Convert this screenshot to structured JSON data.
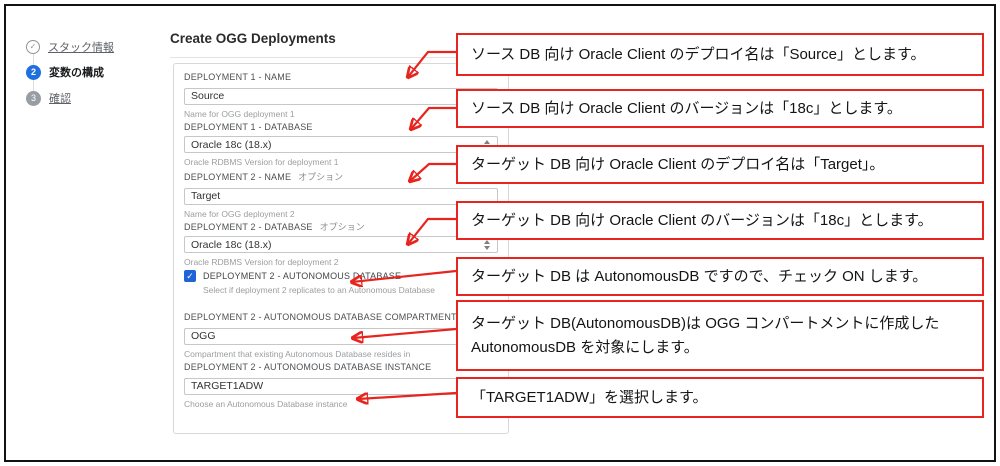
{
  "wizard": {
    "steps": [
      {
        "indicator": "✓",
        "label": "スタック情報",
        "state": "done"
      },
      {
        "indicator": "2",
        "label": "変数の構成",
        "state": "current"
      },
      {
        "indicator": "3",
        "label": "確認",
        "state": "todo"
      }
    ]
  },
  "form": {
    "title": "Create OGG Deployments",
    "fields": [
      {
        "label": "DEPLOYMENT 1 - NAME",
        "optional": "",
        "value": "Source",
        "help": "Name for OGG deployment 1",
        "control": "text"
      },
      {
        "label": "DEPLOYMENT 1 - DATABASE",
        "optional": "",
        "value": "Oracle 18c (18.x)",
        "help": "Oracle RDBMS Version for deployment 1",
        "control": "select"
      },
      {
        "label": "DEPLOYMENT 2 - NAME",
        "optional": "オプション",
        "value": "Target",
        "help": "Name for OGG deployment 2",
        "control": "text"
      },
      {
        "label": "DEPLOYMENT 2 - DATABASE",
        "optional": "オプション",
        "value": "Oracle 18c (18.x)",
        "help": "Oracle RDBMS Version for deployment 2",
        "control": "select"
      },
      {
        "label": "DEPLOYMENT 2 - AUTONOMOUS DATABASE COMPARTMENT",
        "optional": "",
        "value": "OGG",
        "help": "Compartment that existing Autonomous Database resides in",
        "control": "text"
      },
      {
        "label": "DEPLOYMENT 2 - AUTONOMOUS DATABASE INSTANCE",
        "optional": "",
        "value": "TARGET1ADW",
        "help": "Choose an Autonomous Database instance",
        "control": "text"
      }
    ],
    "checkbox": {
      "label": "DEPLOYMENT 2 - AUTONOMOUS DATABASE",
      "help": "Select if deployment 2 replicates to an Autonomous Database",
      "checked": true,
      "check_glyph": "✓"
    }
  },
  "callouts": [
    {
      "text": "ソース DB 向け Oracle Client のデプロイ名は「Source」とします。"
    },
    {
      "text": "ソース DB 向け Oracle Client のバージョンは「18c」とします。"
    },
    {
      "text": "ターゲット DB 向け Oracle Client のデプロイ名は「Target」。"
    },
    {
      "text": "ターゲット DB 向け Oracle Client のバージョンは「18c」とします。"
    },
    {
      "text": "ターゲット DB は AutonomousDB ですので、チェック ON します。"
    },
    {
      "text": "ターゲット DB(AutonomousDB)は OGG コンパートメントに作成した AutonomousDB を対象にします。"
    },
    {
      "text": "「TARGET1ADW」を選択します。"
    }
  ],
  "icons": {
    "step_check": "✓",
    "select_spinner": "up-down-chevrons"
  },
  "colors": {
    "accent_blue": "#1f6fe0",
    "checkbox_blue": "#1f64d6",
    "annotation_red": "#e8241f",
    "frame_black": "#121212"
  }
}
